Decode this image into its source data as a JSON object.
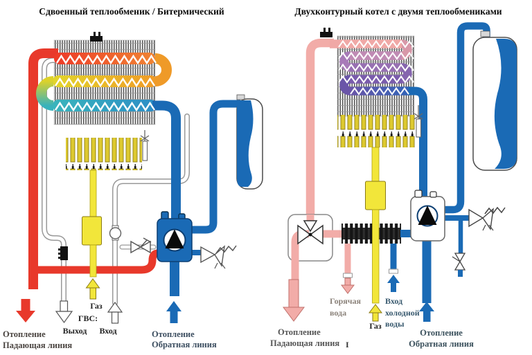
{
  "colors": {
    "heating_supply_red": "#e8392b",
    "heating_return_blue": "#1a6ab5",
    "dhw_supply_pink": "#f2aca8",
    "gas_yellow": "#f2e63a",
    "secondary_purple": "#8a66ae",
    "coil_cyan": "#3ab4bc",
    "coil_orange": "#f08433"
  },
  "left_diagram": {
    "title": "Сдвоенный теплообменик / Битермический",
    "labels": {
      "heating_supply_line1": "Отопление",
      "heating_supply_line2": "Падающая линия",
      "gas": "Газ",
      "dhw": "ГВС:",
      "dhw_out": "Выход",
      "dhw_in": "Вход",
      "heating_return_line1": "Отопление",
      "heating_return_line2": "Обратная линия"
    }
  },
  "right_diagram": {
    "title": "Двухконтурный котел с двумя теплообмениками",
    "labels": {
      "heating_supply_line1": "Отопление",
      "heating_supply_line2": "Падающая линия",
      "mark": "I",
      "hot_water_line1": "Горячая",
      "hot_water_line2": "вода",
      "gas": "Газ",
      "cold_water_line1": "Вход",
      "cold_water_line2": "холодной",
      "cold_water_line3": "воды",
      "heating_return_line1": "Отопление",
      "heating_return_line2": "Обратная линия"
    }
  }
}
